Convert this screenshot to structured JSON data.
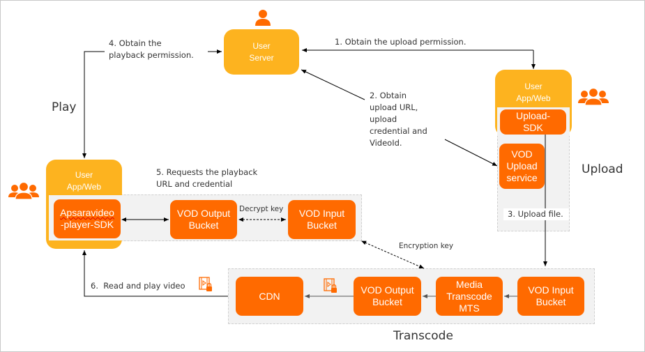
{
  "colors": {
    "orange": "#ff6a00",
    "yellow": "#fdb31f",
    "group_bg": "#f2f2f2",
    "line": "#000000",
    "text": "#333333"
  },
  "sections": {
    "play": "Play",
    "upload": "Upload",
    "transcode": "Transcode"
  },
  "nodes": {
    "user_server": [
      "User",
      "Server"
    ],
    "user_app_upload": [
      "User",
      "App/Web"
    ],
    "upload_sdk": [
      "Upload-",
      "SDK"
    ],
    "vod_upload_service": [
      "VOD",
      "Upload",
      "service"
    ],
    "user_app_play": [
      "User",
      "App/Web"
    ],
    "player_sdk": [
      "Apsaravideo",
      "-player-SDK"
    ],
    "vod_output_bucket_play": [
      "VOD Output",
      "Bucket"
    ],
    "vod_input_bucket_play": [
      "VOD Input",
      "Bucket"
    ],
    "cdn": "CDN",
    "vod_output_bucket_tc": [
      "VOD Output",
      "Bucket"
    ],
    "media_transcode": [
      "Media",
      "Transcode",
      "MTS"
    ],
    "vod_input_bucket_tc": [
      "VOD Input",
      "Bucket"
    ]
  },
  "steps": {
    "step1": "1. Obtain the upload permission.",
    "step2": "2. Obtain\nupload URL,\nupload\ncredential and\nVideoId.",
    "step3": "3. Upload file.",
    "step4": "4. Obtain the\nplayback permission.",
    "step5": "5. Requests the playback\nURL and credential",
    "step6": "6.  Read and play video",
    "decrypt_key": "Decrypt key",
    "encryption_key": "Encryption key"
  },
  "icons": {
    "user_server_icon": "person-icon",
    "upload_users_icon": "user-group-icon",
    "play_users_icon": "user-group-icon",
    "encrypted_video_icon": "encrypted-video-icon"
  }
}
